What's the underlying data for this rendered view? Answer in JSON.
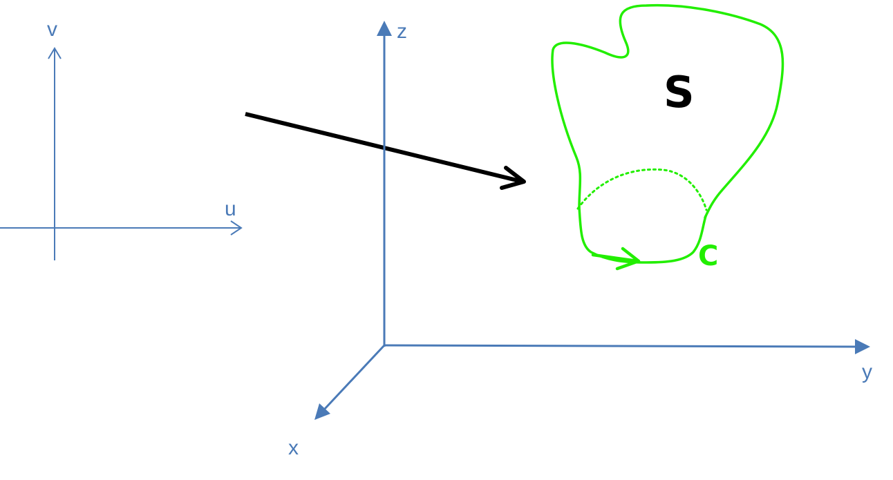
{
  "parameter_domain": {
    "u_axis_label": "u",
    "v_axis_label": "v"
  },
  "space": {
    "x_axis_label": "x",
    "y_axis_label": "y",
    "z_axis_label": "z"
  },
  "surface": {
    "label": "S"
  },
  "boundary_curve": {
    "label": "C"
  },
  "colors": {
    "axis": "#4a7ab7",
    "surface": "#22ee00",
    "mapping_arrow": "#000000"
  }
}
